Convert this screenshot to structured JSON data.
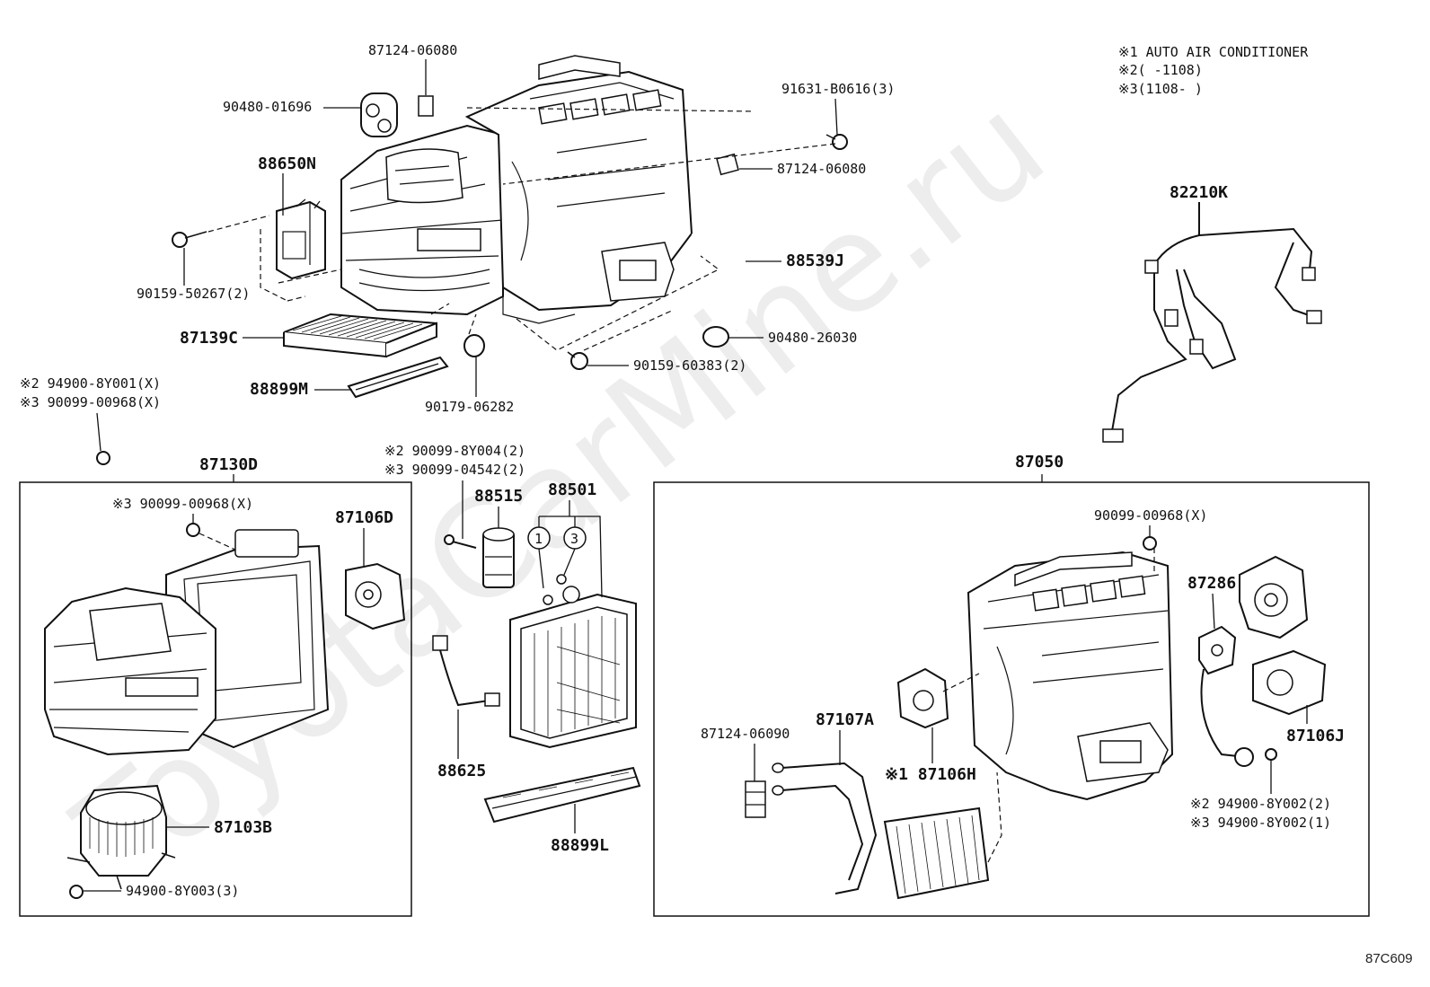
{
  "notes": {
    "n1": "※1 AUTO AIR CONDITIONER",
    "n2": "※2(    -1108)",
    "n3": "※3(1108-    )"
  },
  "watermark": "ToyotaCarMine.ru",
  "diagram_code": "87C609",
  "labels": {
    "p_87124_06080_a": "87124-06080",
    "p_90480_01696": "90480-01696",
    "p_91631_b0616": "91631-B0616(3)",
    "p_87124_06080_b": "87124-06080",
    "p_88650n": "88650N",
    "p_90159_50267": "90159-50267(2)",
    "p_88539j": "88539J",
    "p_87139c": "87139C",
    "p_90480_26030": "90480-26030",
    "p_90159_60383": "90159-60383(2)",
    "p_88899m": "88899M",
    "p_90179_06282": "90179-06282",
    "p_82210k": "82210K",
    "p_94900_8y001": "※2 94900-8Y001(X)",
    "p_90099_00968_top": "※3 90099-00968(X)",
    "p_87130d": "87130D",
    "p_90099_8y004": "※2 90099-8Y004(2)",
    "p_90099_04542": "※3 90099-04542(2)",
    "p_87050": "87050",
    "p_90099_00968_left": "※3 90099-00968(X)",
    "p_87106d": "87106D",
    "p_88515": "88515",
    "p_88501": "88501",
    "p_90099_00968_right": "90099-00968(X)",
    "p_87286": "87286",
    "p_87106j": "87106J",
    "p_88625": "88625",
    "p_87124_06090": "87124-06090",
    "p_87107a": "87107A",
    "p_87106h": "※1 87106H",
    "p_87103b": "87103B",
    "p_94900_8y003": "94900-8Y003(3)",
    "p_88899l": "88899L",
    "p_94900_8y002_2": "※2 94900-8Y002(2)",
    "p_94900_8y002_3": "※3 94900-8Y002(1)",
    "circle_1": "1",
    "circle_3": "3"
  }
}
